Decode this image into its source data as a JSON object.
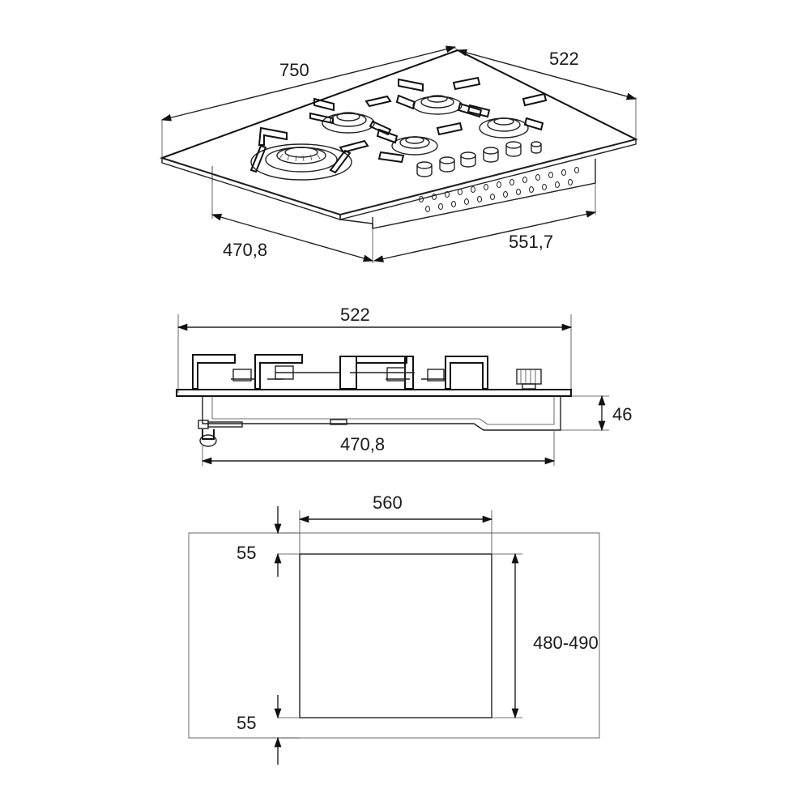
{
  "top_view": {
    "width_label": "750",
    "depth_label": "522",
    "body_depth_label": "470,8",
    "body_width_label": "551,7"
  },
  "side_view": {
    "width_label": "522",
    "body_label": "470,8",
    "height_label": "46"
  },
  "cutout": {
    "width_label": "560",
    "top_margin_label": "55",
    "depth_label": "480-490",
    "bottom_margin_label": "55"
  }
}
